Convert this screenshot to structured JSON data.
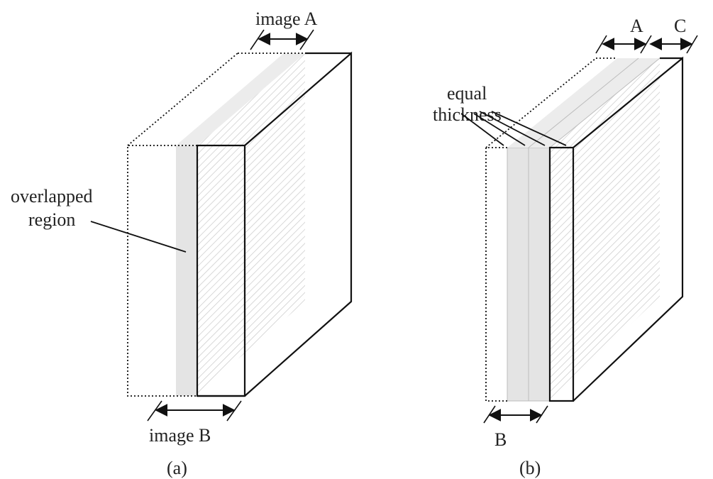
{
  "panel_a": {
    "caption": "(a)",
    "label_top": "image A",
    "label_bottom": "image B",
    "label_overlap_1": "overlapped",
    "label_overlap_2": "region"
  },
  "panel_b": {
    "caption": "(b)",
    "label_a": "A",
    "label_c": "C",
    "label_b": "B",
    "label_equal_1": "equal",
    "label_equal_2": "thickness"
  },
  "colors": {
    "outline": "#111111",
    "overlap_fill": "#e6e6e6",
    "hatch": "#cccccc"
  }
}
